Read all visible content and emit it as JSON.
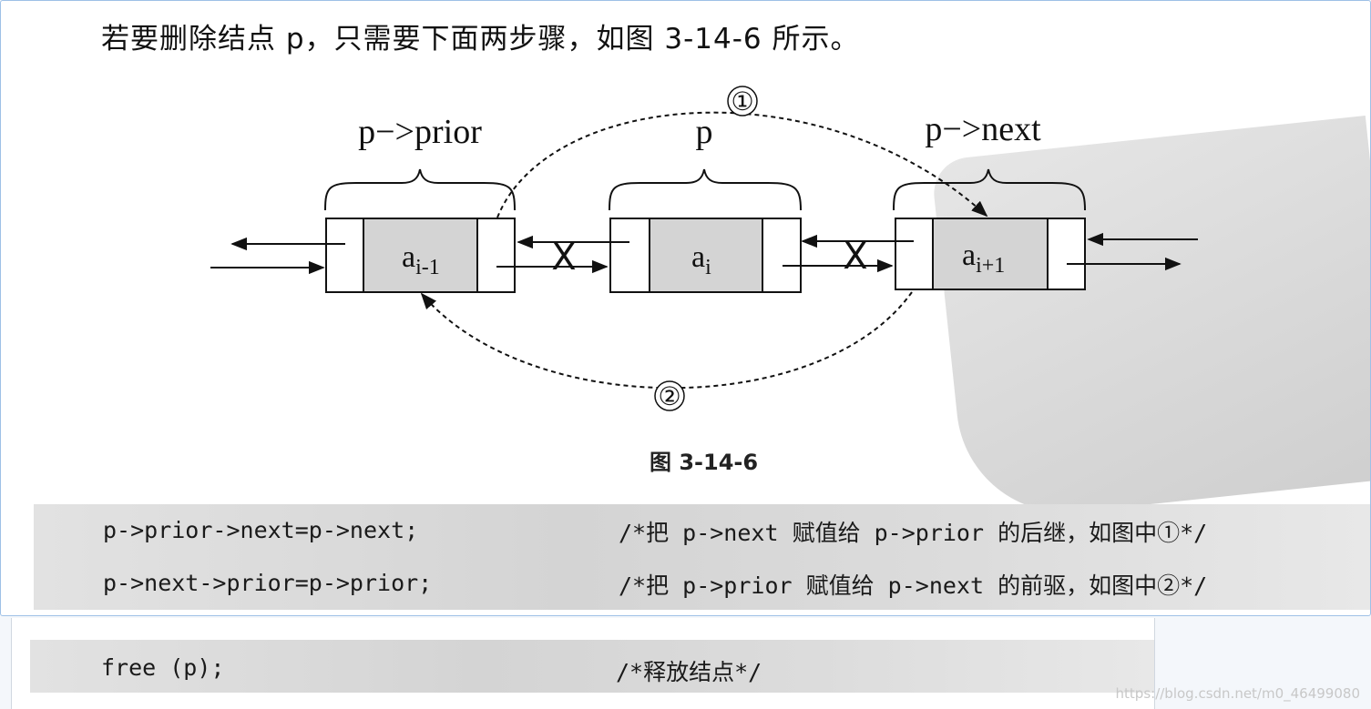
{
  "heading": "若要删除结点 p，只需要下面两步骤，如图 3-14-6 所示。",
  "diagram": {
    "labels": {
      "prior": "p−>prior",
      "current": "p",
      "next": "p−>next"
    },
    "nodes": [
      {
        "base": "a",
        "sub": "i-1"
      },
      {
        "base": "a",
        "sub": "i"
      },
      {
        "base": "a",
        "sub": "i+1"
      }
    ],
    "steps": {
      "one": "①",
      "two": "②"
    },
    "cross_mark": "X"
  },
  "caption": "图 3-14-6",
  "code": [
    {
      "statement": "p->prior->next=p->next;",
      "comment": "/*把 p->next 赋值给 p->prior 的后继，如图中①*/"
    },
    {
      "statement": "p->next->prior=p->prior;",
      "comment": "/*把 p->prior 赋值给 p->next 的前驱，如图中②*/"
    },
    {
      "statement": "free (p);",
      "comment": "/*释放结点*/"
    }
  ],
  "credit": "https://blog.csdn.net/m0_46499080",
  "colors": {
    "node_fill": "#d4d4d4",
    "frame_border": "#9ec0e6",
    "ink": "#111111"
  }
}
